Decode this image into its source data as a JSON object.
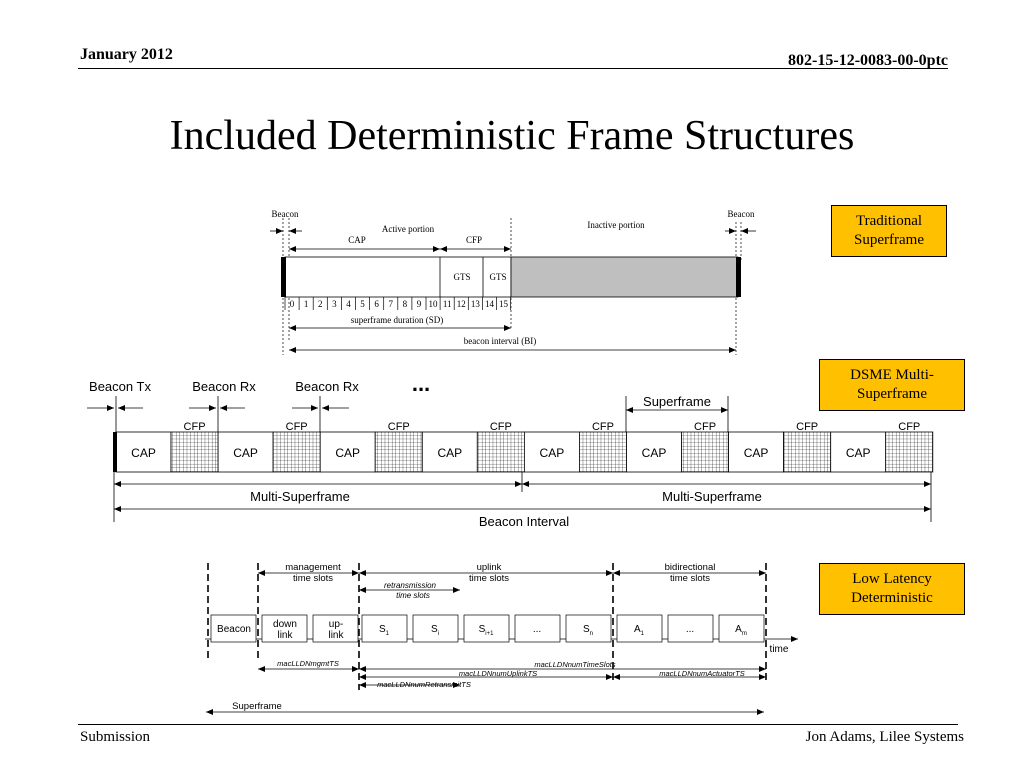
{
  "header": {
    "date": "January 2012",
    "doc_id": "802-15-12-0083-00-0ptc"
  },
  "title": "Included Deterministic Frame Structures",
  "footer": {
    "left": "Submission",
    "right": "Jon Adams, Lilee Systems"
  },
  "tags": {
    "traditional": "Traditional Superframe",
    "dsme": "DSME Multi-Superframe",
    "lld": "Low Latency Deterministic"
  },
  "traditional": {
    "beacon_left": "Beacon",
    "beacon_right": "Beacon",
    "active": "Active portion",
    "inactive": "Inactive portion",
    "cap": "CAP",
    "cfp": "CFP",
    "gts1": "GTS",
    "gts2": "GTS",
    "slots": [
      "0",
      "1",
      "2",
      "3",
      "4",
      "5",
      "6",
      "7",
      "8",
      "9",
      "10",
      "11",
      "12",
      "13",
      "14",
      "15"
    ],
    "sd": "superframe duration (SD)",
    "bi": "beacon interval (BI)"
  },
  "dsme": {
    "beacon_tx": "Beacon Tx",
    "beacon_rx1": "Beacon Rx",
    "beacon_rx2": "Beacon Rx",
    "ellipsis": "...",
    "superframe": "Superframe",
    "cap": "CAP",
    "cfp": "CFP",
    "multi1": "Multi-Superframe",
    "multi2": "Multi-Superframe",
    "beacon_interval": "Beacon Interval"
  },
  "lld": {
    "management": "management",
    "mgmt_slots": "time slots",
    "uplink": "uplink",
    "uplink_slots": "time slots",
    "bidir": "bidirectional",
    "bidir_slots": "time slots",
    "retrans": "retransmission",
    "retrans_slots": "time slots",
    "beacon": "Beacon",
    "down1": "down",
    "down2": "link",
    "up1": "up-",
    "up2": "link",
    "s1": "S",
    "s1_sub": "1",
    "si": "S",
    "si_sub": "i",
    "si1": "S",
    "si1_sub": "i+1",
    "dots1": "...",
    "sn": "S",
    "sn_sub": "n",
    "a1": "A",
    "a1_sub": "1",
    "dots2": "...",
    "am": "A",
    "am_sub": "m",
    "time": "time",
    "mgmt_ts": "macLLDNmgmtTS",
    "num_ts": "macLLDNnumTimeSlots",
    "uplink_ts": "macLLDNnumUplinkTS",
    "actuator_ts": "macLLDNnumActuatorTS",
    "retrans_ts": "macLLDNnumRetransmitTS",
    "superframe": "Superframe"
  }
}
